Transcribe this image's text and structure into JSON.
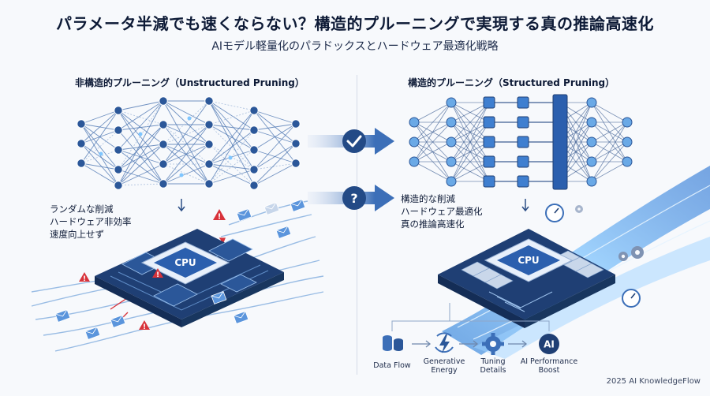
{
  "title": "パラメータ半減でも速くならない？構造的プルーニングで実現する真の推論高速化",
  "subtitle": "AIモデル軽量化のパラドックスとハードウェア最適化戦略",
  "left": {
    "heading": "非構造的プルーニング（Unstructured Pruning）",
    "notes": [
      "ランダムな削減",
      "ハードウェア非効率",
      "速度向上せず"
    ],
    "chip_label": "CPU"
  },
  "right": {
    "heading": "構造的プルーニング（Structured Pruning）",
    "notes": [
      "構造的な削減",
      "ハードウェア最適化",
      "真の推論高速化"
    ],
    "chip_label": "CPU"
  },
  "markers": {
    "check": "check-icon",
    "question": "?"
  },
  "flow": {
    "items": [
      {
        "label": "Data Flow",
        "icon": "database-icon"
      },
      {
        "label": "Generative\nEnergy",
        "icon": "energy-icon"
      },
      {
        "label": "Tuning\nDetails",
        "icon": "gear-icon"
      },
      {
        "label": "AI Performance\nBoost",
        "icon": "ai-icon"
      }
    ]
  },
  "ai_badge": "AI",
  "footer": "2025 AI KnowledgeFlow",
  "colors": {
    "navy": "#1f3f74",
    "blue": "#3f7fd0",
    "light_blue": "#6fb4f0",
    "warning": "#d8323a",
    "background": "#f7f9fc"
  }
}
